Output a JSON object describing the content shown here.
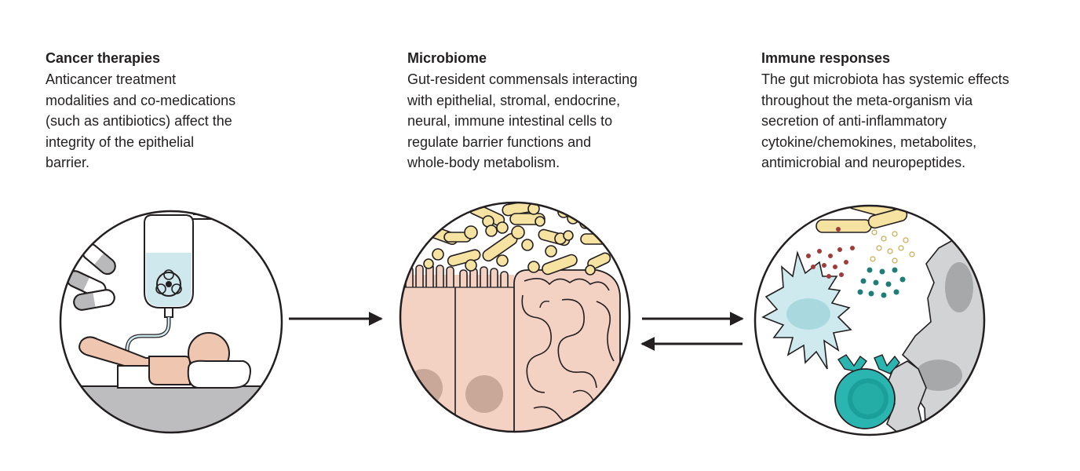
{
  "panels": [
    {
      "id": "cancer-therapies",
      "title": "Cancer therapies",
      "lines": [
        "Anticancer treatment",
        "modalities and co-medications",
        "(such as antibiotics) affect the",
        "integrity of the epithelial",
        "barrier."
      ]
    },
    {
      "id": "microbiome",
      "title": "Microbiome",
      "lines": [
        "Gut-resident commensals interacting",
        "with epithelial, stromal, endocrine,",
        "neural, immune intestinal cells to",
        "regulate barrier functions and",
        "whole-body metabolism."
      ]
    },
    {
      "id": "immune-responses",
      "title": "Immune responses",
      "lines": [
        "The gut microbiota has systemic effects",
        "throughout the meta-organism via",
        "secretion of anti-inflammatory",
        "cytokine/chemokines, metabolites,",
        "antimicrobial and neuropeptides."
      ]
    }
  ],
  "colors": {
    "outline": "#231f20",
    "skin": "#efc6b0",
    "bacteria": "#f6e3a1",
    "iv_fluid": "#cfe8ee",
    "pill_gray": "#b9b9bb",
    "bed": "#bdbdbf",
    "gut_tissue": "#f3d2c4",
    "nucleus": "#c9a89a",
    "dendritic_cell": "#cfeaee",
    "dendritic_nucleus": "#a9d9df",
    "lymphocyte": "#2bb5b1",
    "lymphocyte_nucleus": "#1a9f9a",
    "gray_cell": "#d2d3d5",
    "gray_nucleus": "#a7a8aa",
    "red_dots": "#a33a3a",
    "teal_dots": "#1f7e77"
  },
  "arrows": [
    {
      "name": "therapy-to-microbiome",
      "direction": "right"
    },
    {
      "name": "microbiome-to-immune",
      "direction": "right"
    },
    {
      "name": "immune-to-microbiome",
      "direction": "left"
    }
  ]
}
